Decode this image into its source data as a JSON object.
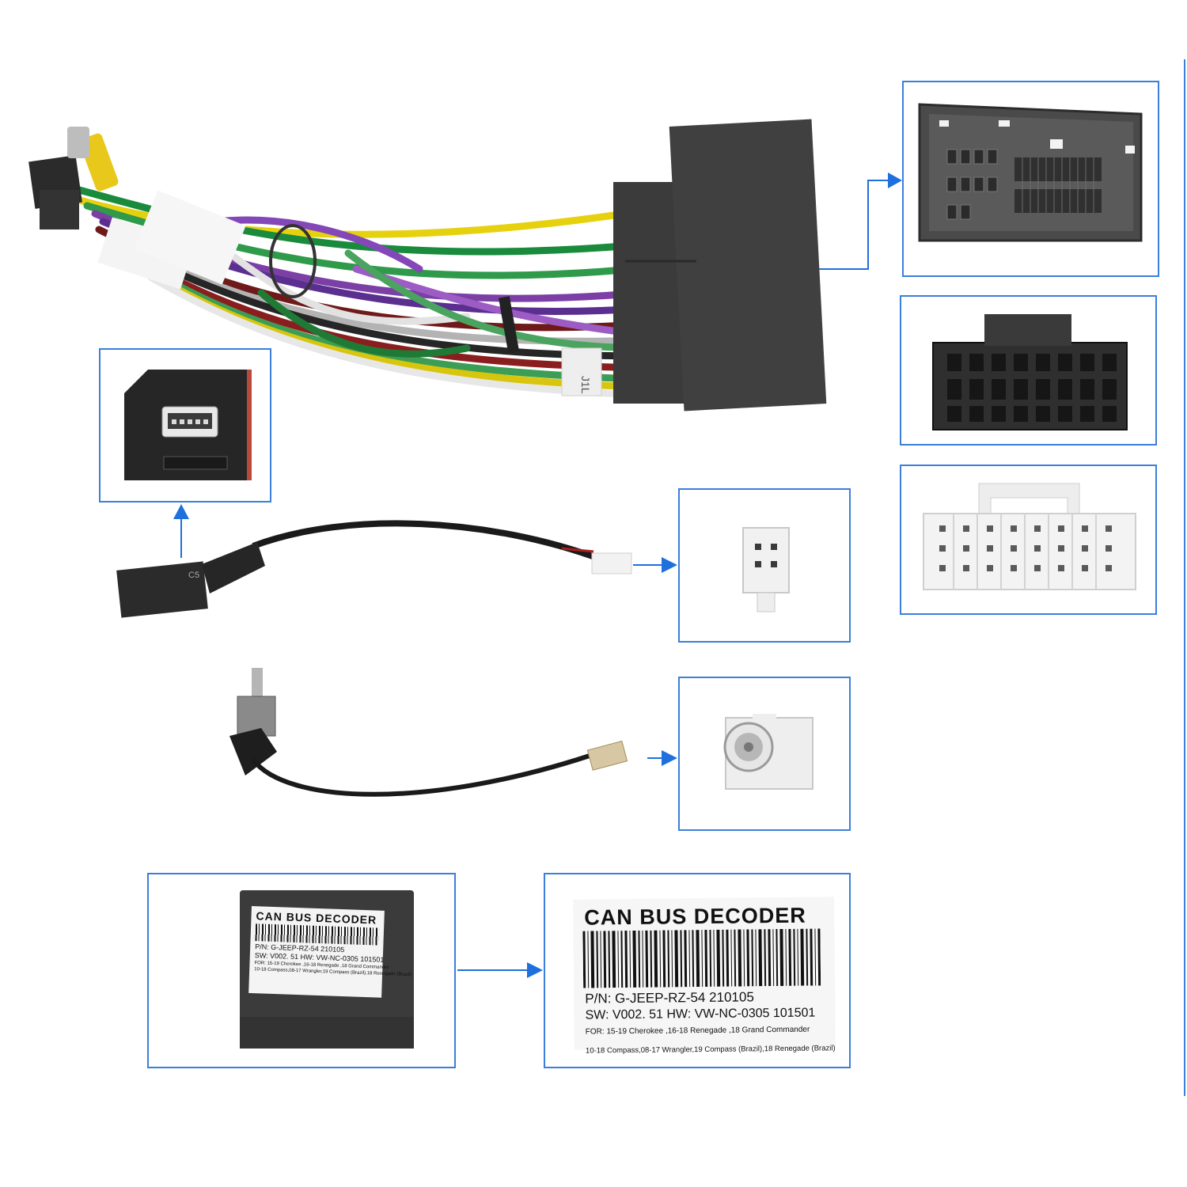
{
  "colors": {
    "accent_border": "#3a7fd9",
    "arrow": "#1f6fdc",
    "connector_dark": "#3b3b3b",
    "connector_white": "#f2f2f2"
  },
  "items": [
    {
      "name": "main-wiring-harness",
      "icon": "wiring-harness"
    },
    {
      "name": "quadlock-connector-detail",
      "icon": "quadlock-connector"
    },
    {
      "name": "16-pin-black-connector-detail",
      "icon": "black-16pin-connector"
    },
    {
      "name": "white-connector-detail",
      "icon": "white-multipin-connector"
    },
    {
      "name": "usb-connector-detail",
      "icon": "mini-usb-connector"
    },
    {
      "name": "usb-cable",
      "icon": "usb-cable"
    },
    {
      "name": "4-pin-white-plug-detail",
      "icon": "white-4pin-plug"
    },
    {
      "name": "antenna-adapter-cable",
      "icon": "antenna-adapter"
    },
    {
      "name": "fakra-antenna-plug-detail",
      "icon": "fakra-plug"
    },
    {
      "name": "can-bus-decoder-box",
      "icon": "decoder-box"
    },
    {
      "name": "can-bus-decoder-label",
      "icon": "decoder-label"
    }
  ],
  "decoder_label": {
    "title": "CAN BUS DECODER",
    "part_number": "P/N: G-JEEP-RZ-54     210105",
    "software_hardware": "SW: V002. 51  HW: VW-NC-0305  101501",
    "fit_line_1": "FOR: 15-19 Cherokee ,16-18 Renegade ,18 Grand Commander",
    "fit_line_2": "10-18 Compass,08-17 Wrangler,19 Compass (Brazil),18 Renegade (Brazil)"
  },
  "decoder_box_label": {
    "title": "CAN BUS DECODER",
    "part_number": "P/N: G-JEEP-RZ-54     210105",
    "software_hardware": "SW: V002. 51  HW: VW-NC-0305  101501",
    "fit_line_1": "FOR: 15-19 Cherokee ,16-18 Renegade ,18 Grand Commander",
    "fit_line_2": "10-18 Compass,08-17 Wrangler,19 Compass (Brazil),18 Renegade (Brazil)"
  },
  "harness_tag_text": "J1L",
  "usb_plug_text": "C5"
}
